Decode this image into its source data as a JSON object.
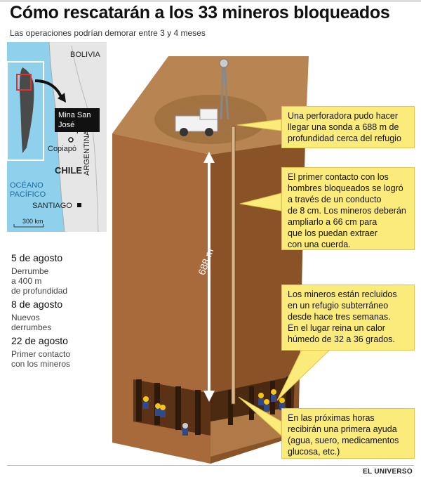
{
  "header": {
    "title": "Cómo rescatarán a los 33 mineros bloqueados",
    "subtitle": "Las operaciones podrían demorar entre 3 y 4 meses"
  },
  "map": {
    "labels": {
      "bolivia": "BOLIVIA",
      "mina": "Mina San José",
      "copiapo": "Copiapó",
      "chile": "CHILE",
      "oceano": "OCÉANO PACÍFICO",
      "argentina": "ARGENTINA",
      "santiago": "SANTIAGO",
      "scale": "300 km"
    },
    "colors": {
      "land": "#e6e6e6",
      "sea": "#8fd0ec",
      "chile": "#4a4a4a",
      "highlight": "#e53030"
    }
  },
  "timeline": [
    {
      "date": "5 de agosto",
      "text": [
        "Derrumbe",
        "a 400 m",
        "de profundidad"
      ]
    },
    {
      "date": "8 de agosto",
      "text": [
        "Nuevos",
        "derrumbes"
      ]
    },
    {
      "date": "22 de agosto",
      "text": [
        "Primer contacto",
        "con los mineros"
      ]
    }
  ],
  "scene": {
    "depth_label": "688 m",
    "colors": {
      "front": "#a8693b",
      "side": "#8a5227",
      "top": "#b88552",
      "tunnel": "#5b3216"
    }
  },
  "callouts": [
    {
      "id": "drill",
      "lines": [
        "Una perforadora pudo hacer",
        "llegar una sonda a 688 m de",
        "profundidad cerca del refugio"
      ]
    },
    {
      "id": "contact",
      "lines": [
        "El primer contacto con los",
        "hombres bloqueados se logró",
        "a través de un conducto",
        "de 8 cm. Los mineros deberán",
        "ampliarlo a 66 cm para",
        "que los puedan extraer",
        "con una cuerda."
      ]
    },
    {
      "id": "refuge",
      "lines": [
        "Los mineros están recluidos",
        "en un refugio subterráneo",
        "desde hace tres semanas.",
        "En el lugar reina un calor",
        "húmedo de 32 a 36 grados."
      ]
    },
    {
      "id": "help",
      "lines": [
        "En las próximas horas",
        "recibirán una primera ayuda",
        "(agua, suero, medicamentos",
        "glucosa, etc.)"
      ]
    }
  ],
  "footer": {
    "brand": "EL UNIVERSO"
  },
  "colors": {
    "callout_bg": "#fbeb7a"
  }
}
